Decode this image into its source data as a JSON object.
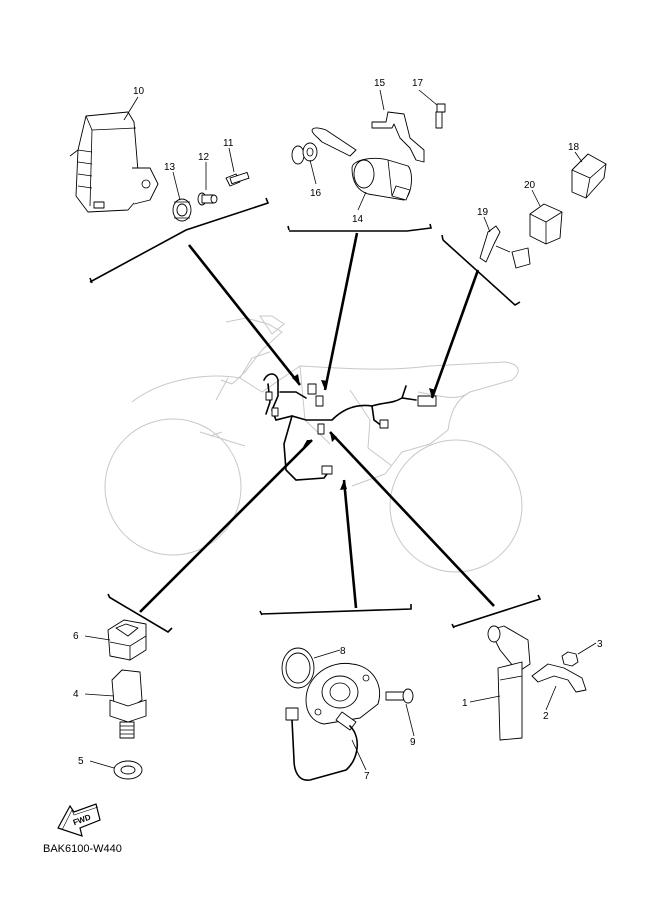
{
  "diagram": {
    "code": "BAK6100-W440",
    "fwd_label": "FWD",
    "callouts": [
      "1",
      "2",
      "3",
      "4",
      "5",
      "6",
      "7",
      "8",
      "9",
      "10",
      "11",
      "12",
      "13",
      "14",
      "15",
      "16",
      "17",
      "18",
      "19",
      "20"
    ]
  }
}
